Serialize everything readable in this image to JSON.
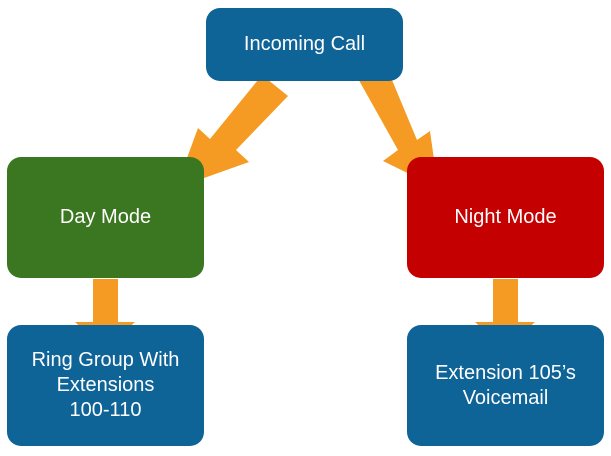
{
  "nodes": {
    "incoming": {
      "label": "Incoming Call",
      "color": "#0e6397"
    },
    "day": {
      "label": "Day Mode",
      "color": "#3b7621"
    },
    "night": {
      "label": "Night Mode",
      "color": "#c40000"
    },
    "ring_group": {
      "label": "Ring Group With\nExtensions\n100-110",
      "color": "#0e6397"
    },
    "voicemail": {
      "label": "Extension 105’s\nVoicemail",
      "color": "#0e6397"
    }
  },
  "edges": [
    {
      "from": "incoming",
      "to": "day"
    },
    {
      "from": "incoming",
      "to": "night"
    },
    {
      "from": "day",
      "to": "ring_group"
    },
    {
      "from": "night",
      "to": "voicemail"
    }
  ],
  "arrow_color": "#f59a23"
}
